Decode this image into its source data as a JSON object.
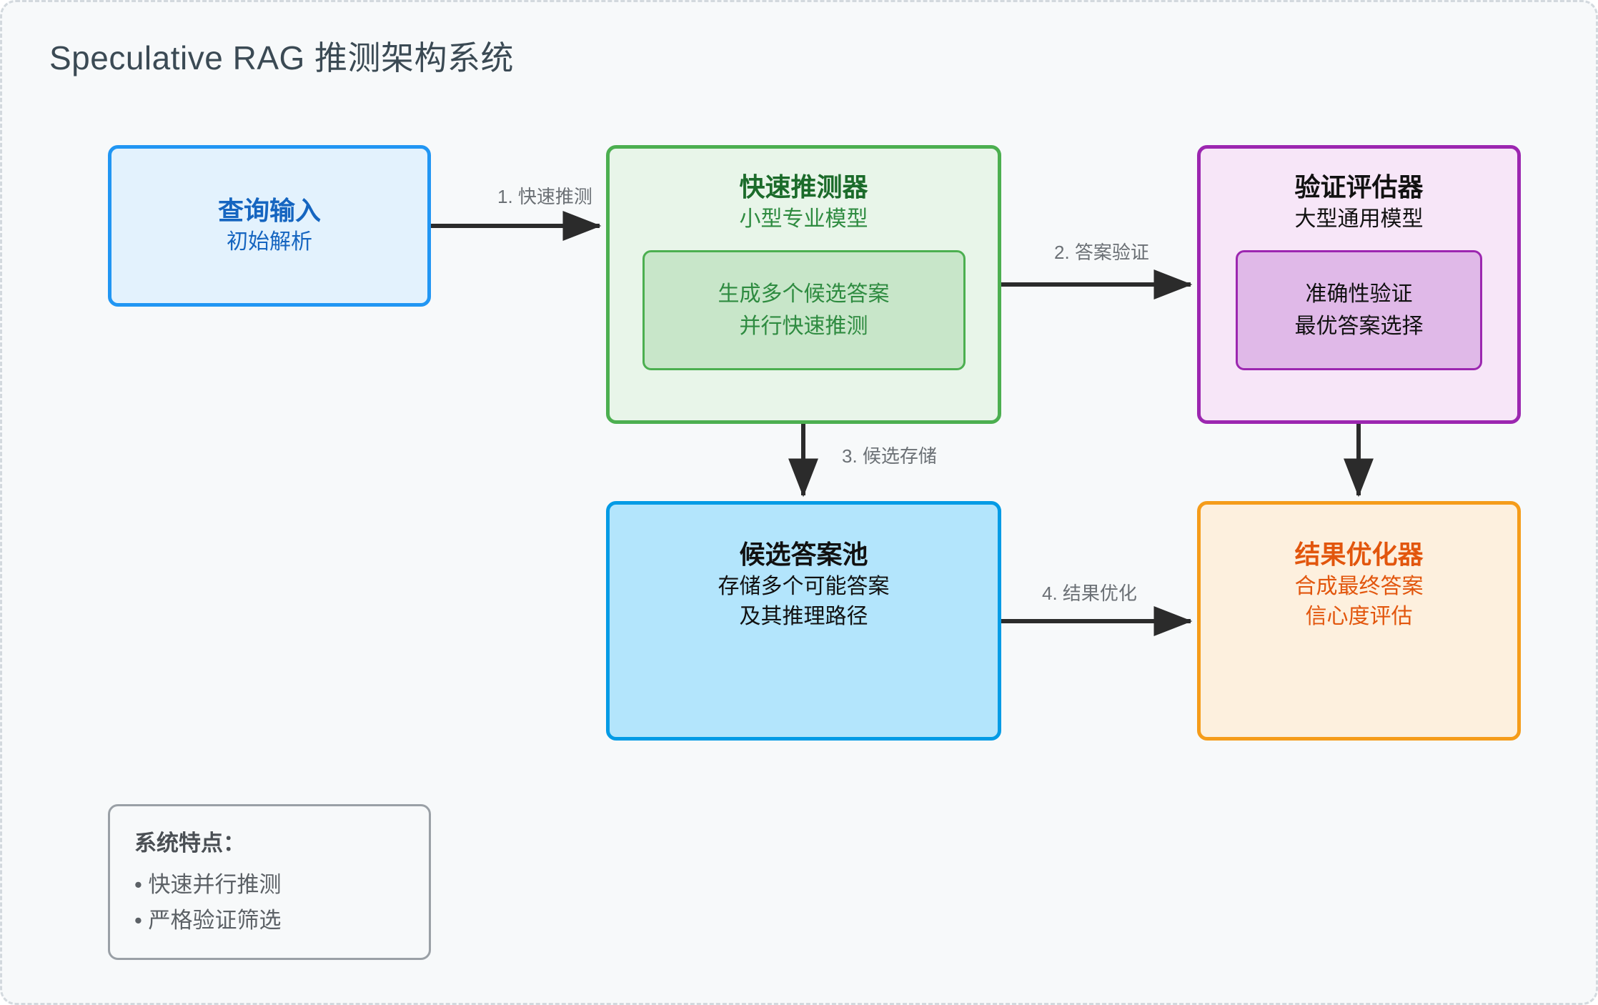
{
  "diagram": {
    "title": "Speculative RAG 推测架构系统",
    "colors": {
      "background": "#f7f9fa",
      "title_text": "#3b4a54",
      "query_border": "#2196f3",
      "query_fill": "#e3f2fd",
      "query_text": "#1565c0",
      "speculator_border": "#4caf50",
      "speculator_fill": "#e8f5e9",
      "speculator_text": "#1b6b2a",
      "speculator_sub_fill": "#c8e6c9",
      "validator_border": "#9c27b0",
      "validator_fill": "#f7e6f8",
      "validator_sub_fill": "#e0b9e8",
      "pool_border": "#039be5",
      "pool_fill": "#b3e5fc",
      "optimizer_border": "#f59c1a",
      "optimizer_fill": "#fdf0de",
      "optimizer_text": "#e2560d",
      "edge_stroke": "#2b2b2b",
      "edge_label_text": "#6b7075",
      "legend_border": "#9aa0a6"
    },
    "nodes": {
      "query": {
        "title": "查询输入",
        "line1": "初始解析"
      },
      "speculator": {
        "title": "快速推测器",
        "line1": "小型专业模型",
        "sub": {
          "line1": "生成多个候选答案",
          "line2": "并行快速推测"
        }
      },
      "validator": {
        "title": "验证评估器",
        "line1": "大型通用模型",
        "sub": {
          "line1": "准确性验证",
          "line2": "最优答案选择"
        }
      },
      "pool": {
        "title": "候选答案池",
        "line1": "存储多个可能答案",
        "line2": "及其推理路径"
      },
      "optimizer": {
        "title": "结果优化器",
        "line1": "合成最终答案",
        "line2": "信心度评估"
      }
    },
    "edges": [
      {
        "id": 1,
        "label": "1. 快速推测",
        "from": "query",
        "to": "speculator"
      },
      {
        "id": 2,
        "label": "2. 答案验证",
        "from": "speculator",
        "to": "validator"
      },
      {
        "id": 3,
        "label": "3. 候选存储",
        "from": "speculator",
        "to": "pool"
      },
      {
        "id": 4,
        "label": "4. 结果优化",
        "from": "pool",
        "to": "optimizer"
      }
    ],
    "legend": {
      "title": "系统特点：",
      "items": [
        "• 快速并行推测",
        "• 严格验证筛选"
      ]
    }
  }
}
